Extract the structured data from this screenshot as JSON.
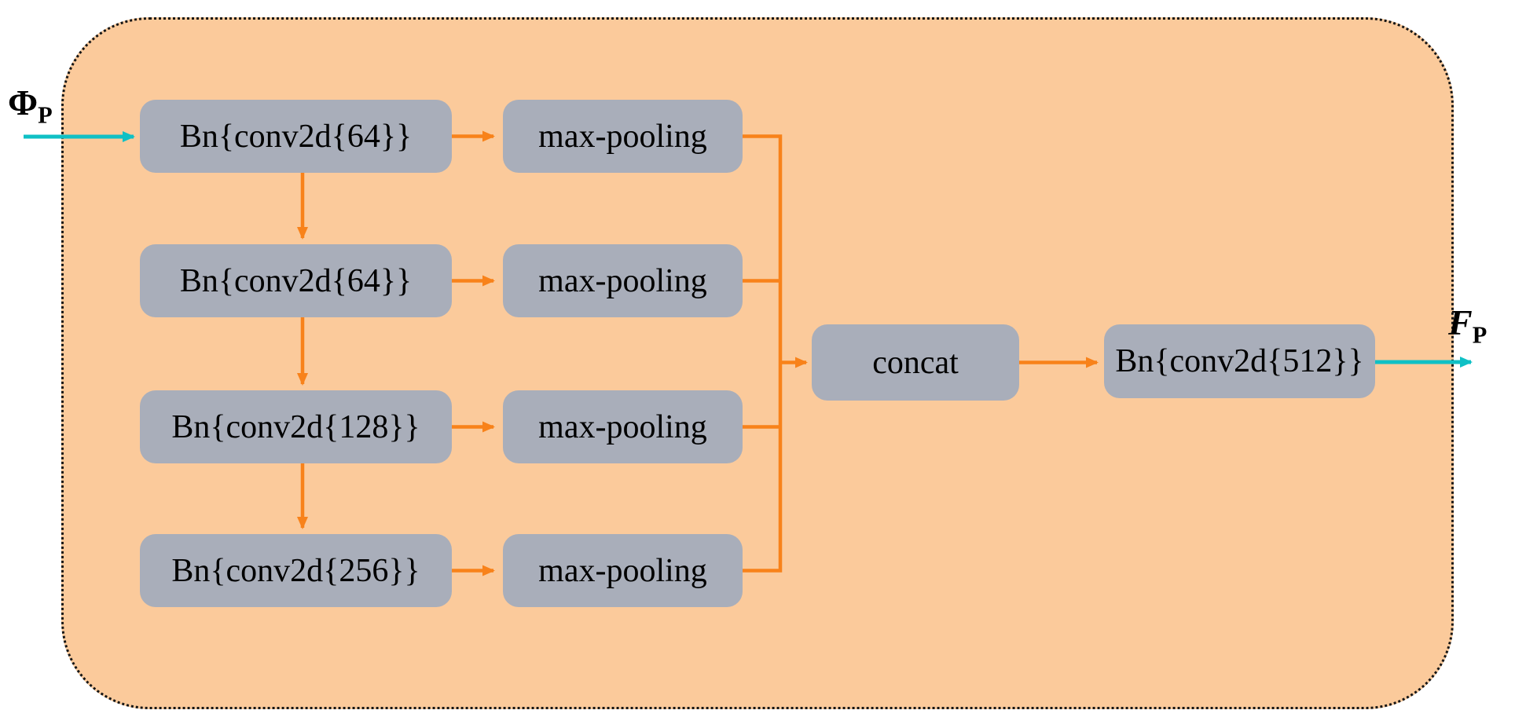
{
  "diagram": {
    "description": "Pyramid convolution feature-extraction module: stacked Bn{conv2d} blocks feed max-pooling branches that are concatenated and fused by a final Bn{conv2d{512}}",
    "input_label": {
      "symbol": "Φ",
      "subscript": "P"
    },
    "output_label": {
      "symbol": "F",
      "subscript": "P"
    },
    "nodes": {
      "conv64_1": "Bn{conv2d{64}}",
      "conv64_2": "Bn{conv2d{64}}",
      "conv128": "Bn{conv2d{128}}",
      "conv256": "Bn{conv2d{256}}",
      "maxpool_1": "max-pooling",
      "maxpool_2": "max-pooling",
      "maxpool_3": "max-pooling",
      "maxpool_4": "max-pooling",
      "concat": "concat",
      "conv512": "Bn{conv2d{512}}"
    },
    "connections": [
      {
        "from": "input",
        "to": "conv64_1",
        "color": "cyan"
      },
      {
        "from": "conv64_1",
        "to": "maxpool_1",
        "color": "orange"
      },
      {
        "from": "conv64_1",
        "to": "conv64_2",
        "color": "orange"
      },
      {
        "from": "conv64_2",
        "to": "maxpool_2",
        "color": "orange"
      },
      {
        "from": "conv64_2",
        "to": "conv128",
        "color": "orange"
      },
      {
        "from": "conv128",
        "to": "maxpool_3",
        "color": "orange"
      },
      {
        "from": "conv128",
        "to": "conv256",
        "color": "orange"
      },
      {
        "from": "conv256",
        "to": "maxpool_4",
        "color": "orange"
      },
      {
        "from": "maxpool_1",
        "to": "concat",
        "color": "orange"
      },
      {
        "from": "maxpool_2",
        "to": "concat",
        "color": "orange"
      },
      {
        "from": "maxpool_3",
        "to": "concat",
        "color": "orange"
      },
      {
        "from": "maxpool_4",
        "to": "concat",
        "color": "orange"
      },
      {
        "from": "concat",
        "to": "conv512",
        "color": "orange"
      },
      {
        "from": "conv512",
        "to": "output",
        "color": "cyan"
      }
    ],
    "colors": {
      "container_fill": "#FBCA9B",
      "container_border": "#151515",
      "node_fill": "#A9AEBA",
      "arrow_orange": "#F8821A",
      "arrow_cyan": "#0FC0C5",
      "text_color": "#000000"
    }
  }
}
